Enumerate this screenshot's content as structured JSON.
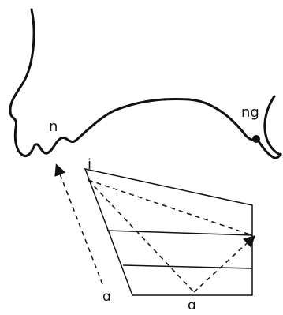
{
  "labels": {
    "nasal": "n",
    "velar_nasal": "ng",
    "vowel_high_front": "i",
    "vowel_low_start": "ɑ",
    "vowel_low_bottom": "ɑ"
  },
  "colors": {
    "stroke": "#111111",
    "background": "#ffffff"
  }
}
